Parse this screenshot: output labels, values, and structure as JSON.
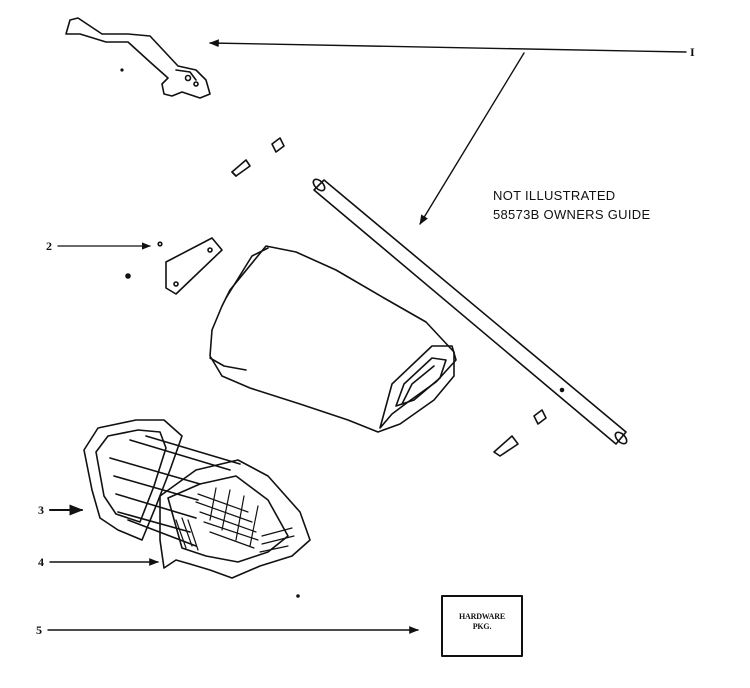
{
  "callouts": {
    "one": "I",
    "two": "2",
    "three": "3",
    "four": "4",
    "five": "5"
  },
  "note": {
    "line1": "NOT ILLUSTRATED",
    "line2": "58573B OWNERS GUIDE"
  },
  "hardware_box": {
    "line1": "HARDWARE",
    "line2": "PKG."
  }
}
